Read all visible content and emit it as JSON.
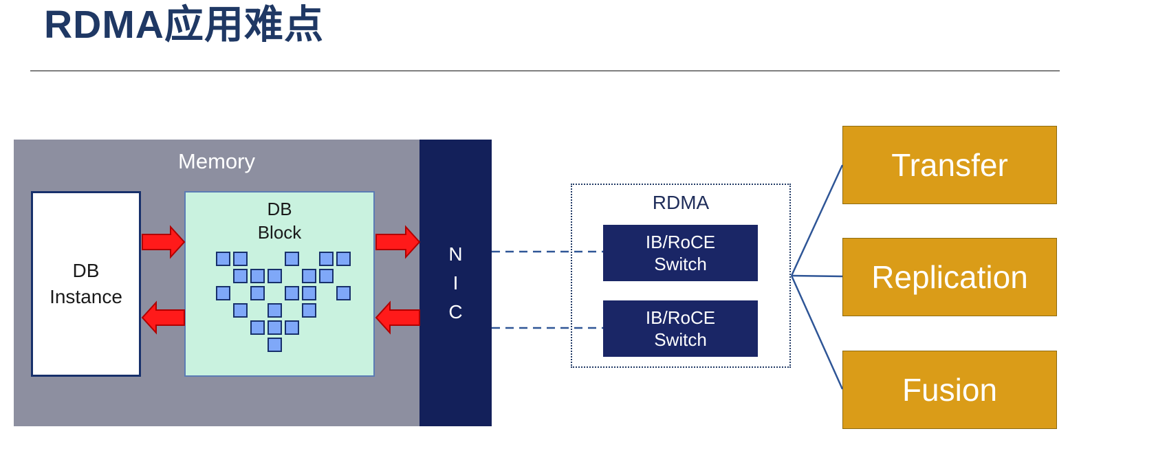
{
  "title": "RDMA应用难点",
  "colors": {
    "title": "#1F3864",
    "memory_bg": "#8D8FA0",
    "nic_bg": "#13205A",
    "db_block_bg": "#C9F2DF",
    "switch_bg": "#1A2666",
    "output_bg": "#DA9C18",
    "arrow_fill": "#FF1A1A",
    "arrow_stroke": "#B00000",
    "connector_line": "#2E5596",
    "pattern_square": "#7FA8F8"
  },
  "memory": {
    "label": "Memory"
  },
  "db_instance": {
    "line1": "DB",
    "line2": "Instance"
  },
  "db_block": {
    "line1": "DB",
    "line2": "Block",
    "pattern_cells": [
      [
        0,
        0
      ],
      [
        1,
        0
      ],
      [
        4,
        0
      ],
      [
        6,
        0
      ],
      [
        7,
        0
      ],
      [
        1,
        1
      ],
      [
        2,
        1
      ],
      [
        3,
        1
      ],
      [
        5,
        1
      ],
      [
        6,
        1
      ],
      [
        0,
        2
      ],
      [
        2,
        2
      ],
      [
        4,
        2
      ],
      [
        5,
        2
      ],
      [
        7,
        2
      ],
      [
        1,
        3
      ],
      [
        3,
        3
      ],
      [
        5,
        3
      ],
      [
        2,
        4
      ],
      [
        3,
        4
      ],
      [
        4,
        4
      ],
      [
        3,
        5
      ]
    ]
  },
  "nic": {
    "letters": [
      "N",
      "I",
      "C"
    ]
  },
  "rdma": {
    "label": "RDMA",
    "switches": [
      {
        "line1": "IB/RoCE",
        "line2": "Switch"
      },
      {
        "line1": "IB/RoCE",
        "line2": "Switch"
      }
    ]
  },
  "outputs": [
    {
      "label": "Transfer"
    },
    {
      "label": "Replication"
    },
    {
      "label": "Fusion"
    }
  ]
}
